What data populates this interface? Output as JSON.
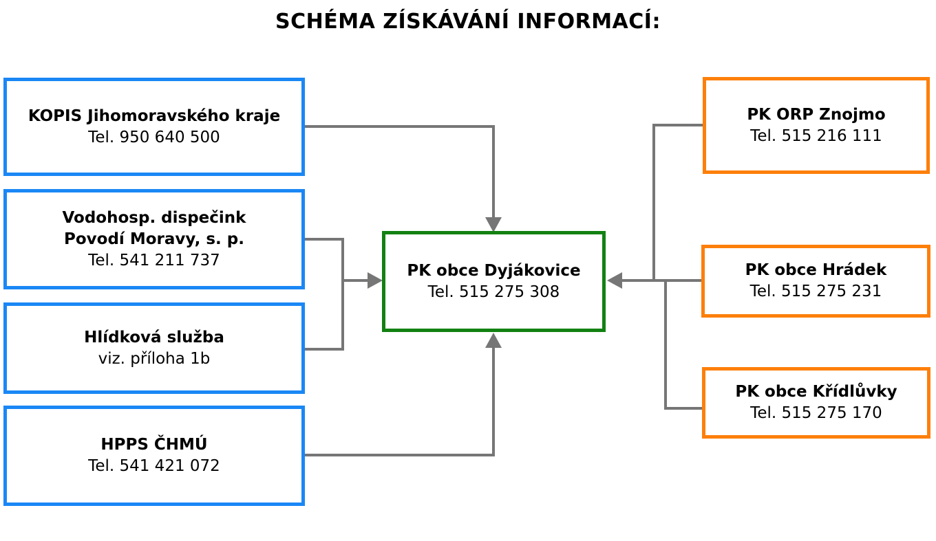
{
  "title": "SCHÉMA ZÍSKÁVÁNÍ INFORMACÍ:",
  "colors": {
    "left_boxes": "#1a87f5",
    "right_boxes": "#fd7f0a",
    "center_box": "#128112",
    "connectors": "#767676"
  },
  "center": {
    "name": "PK obce Dyjákovice",
    "detail": "Tel. 515 275 308"
  },
  "left_sources": [
    {
      "name": "KOPIS Jihomoravského kraje",
      "detail": "Tel. 950 640 500"
    },
    {
      "name": "Vodohosp. dispečink",
      "name2": "Povodí Moravy, s. p.",
      "detail": "Tel. 541 211 737"
    },
    {
      "name": "Hlídková služba",
      "detail": "viz. příloha 1b"
    },
    {
      "name": "HPPS ČHMÚ",
      "detail": "Tel. 541 421 072"
    }
  ],
  "right_sources": [
    {
      "name": "PK ORP Znojmo",
      "detail": "Tel. 515 216 111"
    },
    {
      "name": "PK obce Hrádek",
      "detail": "Tel. 515 275 231"
    },
    {
      "name": "PK obce Křídlůvky",
      "detail": "Tel. 515 275 170"
    }
  ]
}
